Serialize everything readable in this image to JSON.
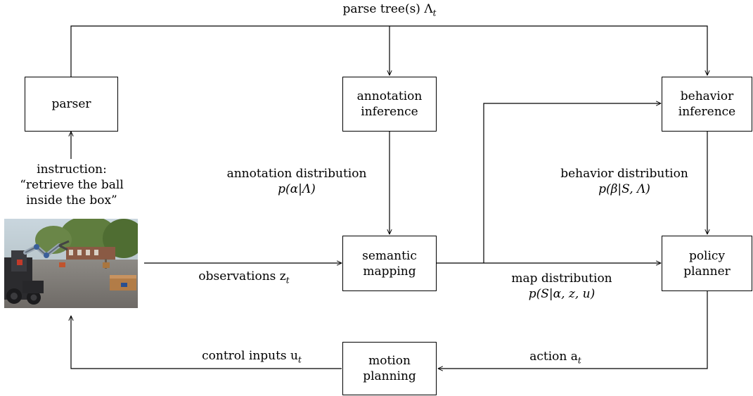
{
  "diagram": {
    "nodes": {
      "parser": {
        "lines": [
          "parser"
        ]
      },
      "annotation_inference": {
        "lines": [
          "annotation",
          "inference"
        ]
      },
      "behavior_inference": {
        "lines": [
          "behavior",
          "inference"
        ]
      },
      "semantic_mapping": {
        "lines": [
          "semantic",
          "mapping"
        ]
      },
      "policy_planner": {
        "lines": [
          "policy",
          "planner"
        ]
      },
      "motion_planning": {
        "lines": [
          "motion",
          "planning"
        ]
      }
    },
    "edge_labels": {
      "parse_trees": "parse tree(s) Λ",
      "parse_trees_sub": "t",
      "instruction": [
        "instruction:",
        "“retrieve the ball",
        "inside the box”"
      ],
      "annotation_distribution": "annotation distribution",
      "annotation_formula": "p(α|Λ)",
      "behavior_distribution": "behavior distribution",
      "behavior_formula": "p(β|S, Λ)",
      "observations": "observations z",
      "map_distribution": "map distribution",
      "map_formula": "p(S|α, z, u)",
      "action": "action a",
      "control_inputs": "control inputs u"
    }
  }
}
